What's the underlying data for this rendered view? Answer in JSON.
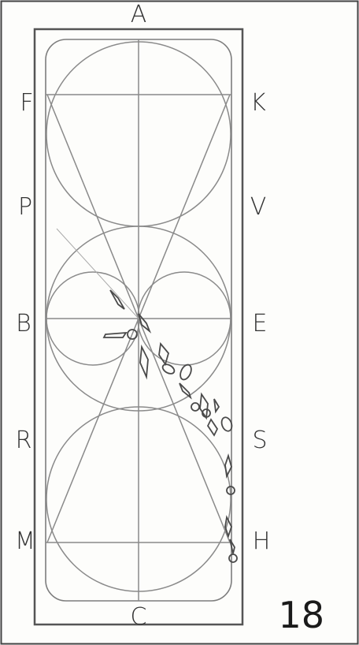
{
  "labels": {
    "top": "A",
    "bottom": "C",
    "left": [
      "F",
      "P",
      "B",
      "R",
      "M"
    ],
    "right": [
      "K",
      "V",
      "E",
      "S",
      "H"
    ]
  },
  "page_number": "18",
  "colors": {
    "line": "#8a8a8a",
    "frame": "#555555",
    "figure": "#4a4a4a"
  }
}
